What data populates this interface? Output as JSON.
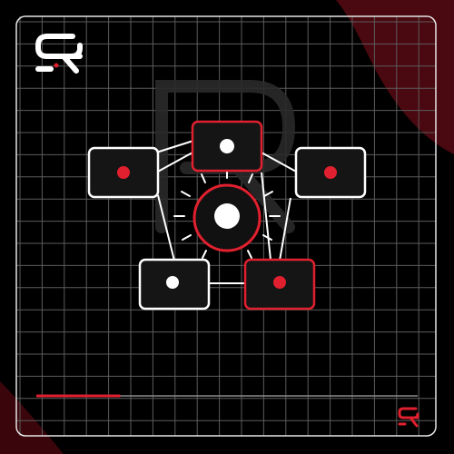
{
  "brand": {
    "logo_icon": "qr-monogram-icon",
    "watermark_icon": "r-monogram-watermark-icon"
  },
  "colors": {
    "background": "#000000",
    "grid": "#5a5a5a",
    "frame": "#d9d9d9",
    "accent": "#e0202e",
    "node_fill": "#151515",
    "white": "#ffffff",
    "corner_glow": "#5a0a10"
  },
  "diagram": {
    "center_node": {
      "icon": "center-hub-icon"
    },
    "nodes": [
      {
        "id": "top",
        "icon": "white-dot-icon",
        "border": "accent"
      },
      {
        "id": "left",
        "icon": "red-dot-icon",
        "border": "white"
      },
      {
        "id": "right",
        "icon": "red-dot-icon",
        "border": "white"
      },
      {
        "id": "bottom-left",
        "icon": "white-dot-icon",
        "border": "white"
      },
      {
        "id": "bottom-right",
        "icon": "red-dot-icon",
        "border": "accent"
      }
    ]
  },
  "progress": {
    "value": 0.22
  }
}
